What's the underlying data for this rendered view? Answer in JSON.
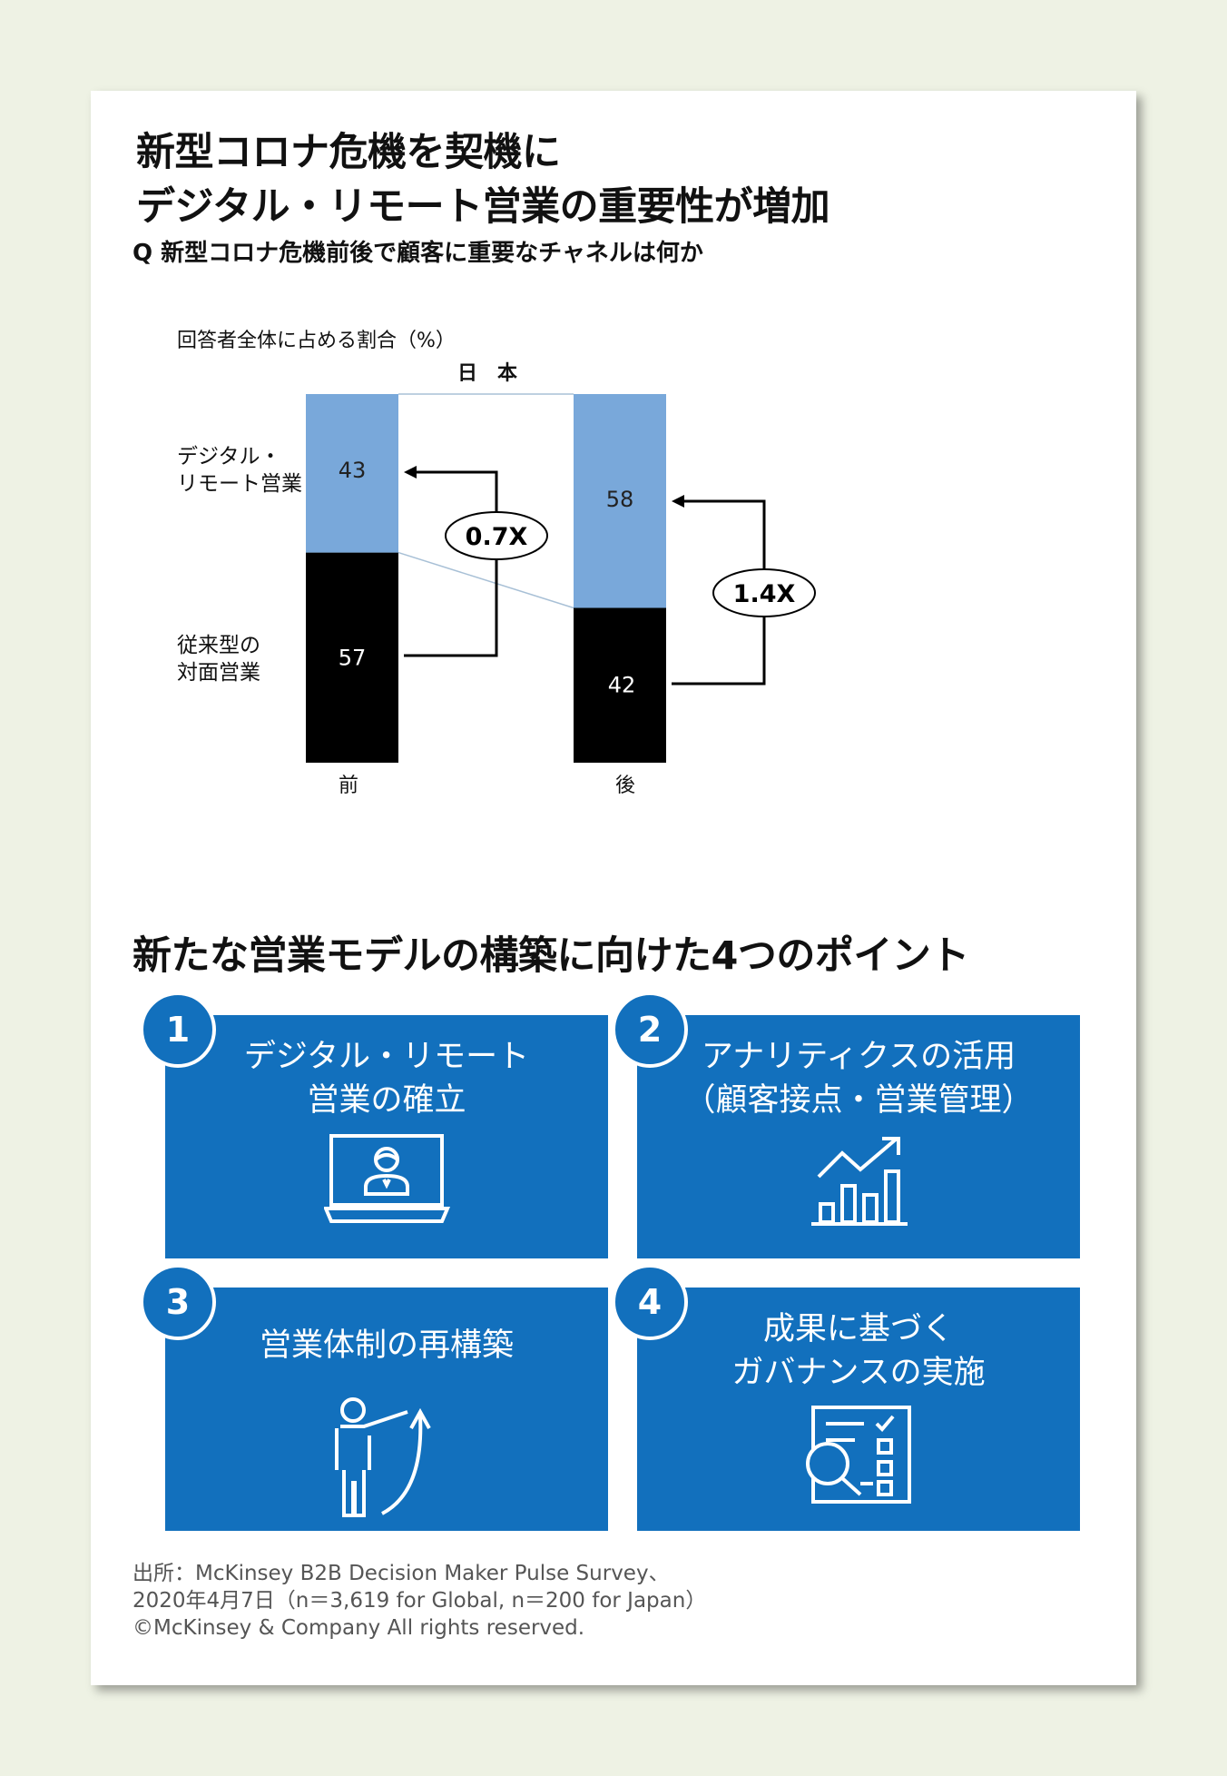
{
  "title_lines": [
    "新型コロナ危機を契機に",
    "デジタル・リモート営業の重要性が増加"
  ],
  "question": "Q 新型コロナ危機前後で顧客に重要なチャネルは何か",
  "chart_data": {
    "type": "bar",
    "stacked": true,
    "ylabel": "回答者全体に占める割合（%）",
    "group_label": "日　本",
    "categories": [
      "前",
      "後"
    ],
    "ylim": [
      0,
      100
    ],
    "series": [
      {
        "name": "従来型の対面営業",
        "label_lines": [
          "従来型の",
          "対面営業"
        ],
        "values": [
          57,
          42
        ],
        "color": "#000000"
      },
      {
        "name": "デジタル・リモート営業",
        "label_lines": [
          "デジタル・",
          "リモート営業"
        ],
        "values": [
          43,
          58
        ],
        "color": "#79a8da"
      }
    ],
    "annotations": [
      {
        "text": "0.7X",
        "category": "前"
      },
      {
        "text": "1.4X",
        "category": "後"
      }
    ]
  },
  "section_title": "新たな営業モデルの構築に向けた4つのポイント",
  "points": [
    {
      "number": "1",
      "lines": [
        "デジタル・リモート",
        "営業の確立"
      ],
      "icon": "laptop-person-icon"
    },
    {
      "number": "2",
      "lines": [
        "アナリティクスの活用",
        "（顧客接点・営業管理）"
      ],
      "icon": "growth-chart-icon"
    },
    {
      "number": "3",
      "lines": [
        "営業体制の再構築"
      ],
      "icon": "presenter-icon"
    },
    {
      "number": "4",
      "lines": [
        "成果に基づく",
        "ガバナンスの実施"
      ],
      "icon": "checklist-magnifier-icon"
    }
  ],
  "source_lines": [
    "出所：McKinsey B2B Decision Maker Pulse Survey、",
    "2020年4月7日（n＝3,619 for Global, n＝200 for Japan）",
    "©McKinsey & Company All rights reserved."
  ],
  "colors": {
    "accent_blue": "#1270bd",
    "light_blue": "#79a8da",
    "background": "#eef2e4"
  }
}
